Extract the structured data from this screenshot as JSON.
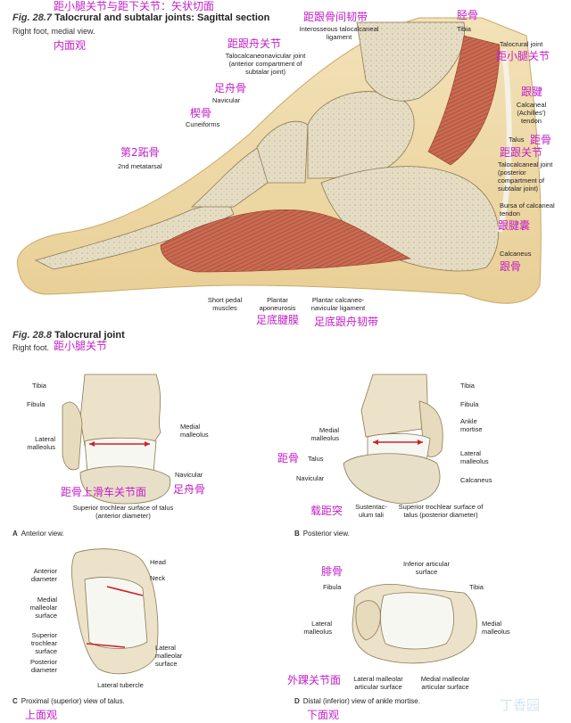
{
  "fig287": {
    "number": "Fig. 28.7",
    "title": "Talocrural and subtalar joints: Sagittal section",
    "subtitle": "Right foot, medial view.",
    "title_cn": "距小腿关节与距下关节：矢状切面",
    "subtitle_cn": "内面观",
    "labels": {
      "tibia": "Tibia",
      "tibia_cn": "胫骨",
      "interosseous": "Interosseous talocalcaneal ligament",
      "interosseous_cn": "距跟骨间韧带",
      "talocalcaneonavicular": "Talocalcaneonavicular joint (anterior compartment of subtalar joint)",
      "talocalcaneonavicular_cn": "距跟舟关节",
      "navicular": "Navicular",
      "navicular_cn": "足舟骨",
      "cuneiforms": "Cuneiforms",
      "cuneiforms_cn": "楔骨",
      "metatarsal": "2nd metatarsal",
      "metatarsal_cn": "第2跖骨",
      "talocrural": "Talocrural joint",
      "talocrural_cn": "距小腿关节",
      "calcaneal_tendon": "Calcaneal (Achilles') tendon",
      "calcaneal_tendon_cn": "跟腱",
      "talus": "Talus",
      "talus_cn": "距骨",
      "talocalcaneal": "Talocalcaneal joint (posterior compartment of subtalar joint)",
      "talocalcaneal_cn": "距跟关节",
      "bursa": "Bursa of calcaneal tendon",
      "bursa_cn": "跟腱囊",
      "calcaneus": "Calcaneus",
      "calcaneus_cn": "跟骨",
      "short_pedal": "Short pedal muscles",
      "plantar_aponeurosis": "Plantar aponeurosis",
      "plantar_aponeurosis_cn": "足底腱膜",
      "plantar_lig": "Plantar calcaneo-navicular ligament",
      "plantar_lig_cn": "足底跟舟韧带"
    }
  },
  "fig288": {
    "number": "Fig. 28.8",
    "title": "Talocrural joint",
    "title_cn": "距小腿关节",
    "subtitle": "Right foot.",
    "A": {
      "tibia": "Tibia",
      "fibula": "Fibula",
      "medial_malleolus": "Medial malleolus",
      "lateral_malleolus": "Lateral malleolus",
      "navicular": "Navicular",
      "navicular_cn": "足舟骨",
      "superior_trochlear": "Superior trochlear surface of talus (anterior diameter)",
      "superior_trochlear_cn": "距骨上滑车关节面",
      "caption_letter": "A",
      "caption": "Anterior view."
    },
    "B": {
      "tibia": "Tibia",
      "fibula": "Fibula",
      "ankle_mortise": "Ankle mortise",
      "medial_malleolus": "Medial malleolus",
      "talus": "Talus",
      "talus_cn": "距骨",
      "lateral_malleolus": "Lateral malleolus",
      "navicular": "Navicular",
      "calcaneus": "Calcaneus",
      "sustentaculum": "Sustentac- ulum tali",
      "sustentaculum_cn": "载距突",
      "superior_trochlear": "Superior trochlear surface of talus (posterior diameter)",
      "caption_letter": "B",
      "caption": "Posterior view."
    },
    "C": {
      "anterior_diameter": "Anterior diameter",
      "head": "Head",
      "neck": "Neck",
      "medial_malleolar": "Medial malleolar surface",
      "superior_trochlear": "Superior trochlear surface",
      "posterior_diameter": "Posterior diameter",
      "lateral_malleolar": "Lateral malleolar surface",
      "lateral_tubercle": "Lateral tubercle",
      "caption_letter": "C",
      "caption": "Proximal (superior) view of talus.",
      "caption_cn": "上面观"
    },
    "D": {
      "fibula_cn": "腓骨",
      "fibula": "Fibula",
      "inferior_articular": "Inferior articular surface",
      "tibia": "Tibia",
      "lateral_malleolus": "Lateral malleolus",
      "medial_malleolus": "Medial malleolus",
      "lateral_malleolar_surface": "Lateral malleolar articular surface",
      "lateral_malleolar_surface_cn": "外踝关节面",
      "medial_malleolar_surface": "Medial malleolar articular surface",
      "caption_letter": "D",
      "caption": "Distal (inferior) view of ankle mortise.",
      "caption_cn": "下面观"
    }
  },
  "watermark": "丁香园"
}
